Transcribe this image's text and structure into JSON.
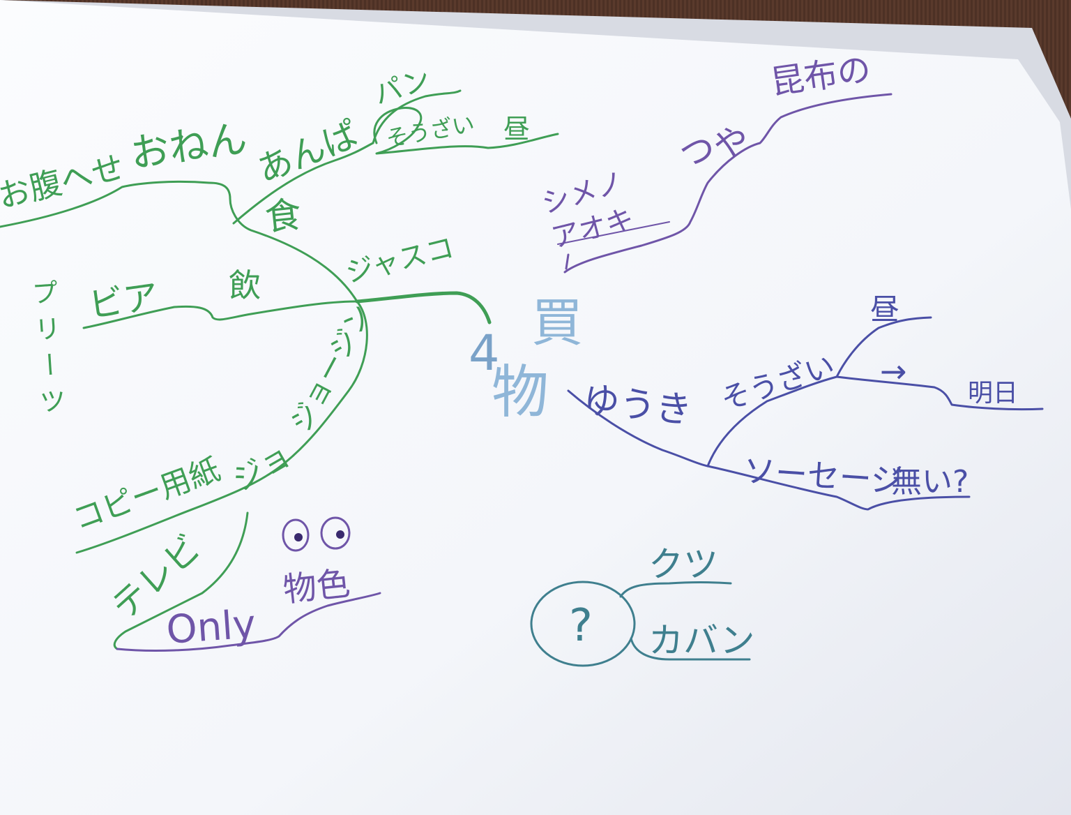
{
  "colors": {
    "table": "#5a3a2c",
    "paper": "#f7f8fb",
    "paper_shadow": "#dfe2ea",
    "green": "#3f9e55",
    "purple": "#6f55a8",
    "blue": "#4a4fa6",
    "lightblue": "#8fb6d8",
    "teal": "#3f7f8e"
  },
  "center": {
    "top_char": "買",
    "bottom_chars": "物",
    "prefix_4": "4"
  },
  "green_branches": {
    "shoku": "食",
    "onaka_seo": "お腹へせ",
    "oneen": "おねん",
    "anpan": "あんぱ",
    "pan": "パン",
    "souzai": "そうざい",
    "hiru": "昼",
    "pudding_vertical": "プリーツ",
    "beer": "ビア",
    "nomi": "飲",
    "jyasuko": "ジャスコ",
    "jyoujin": "ジョージン",
    "copy_paper": "コピー用紙",
    "jiyou": "ジョ",
    "terebi": "テレビ"
  },
  "purple_branches": {
    "shime": "シメノ",
    "aoki": "アオキ",
    "tsuya": "つや",
    "konbu": "昆布の",
    "only": "Only",
    "monoiro": "物色"
  },
  "blue_branches": {
    "yuuki": "ゆうき",
    "souzai2": "そうざい",
    "hiru2": "昼",
    "arrow": "→",
    "ashita": "明日",
    "sausage": "ソーセージ",
    "nai": "無い?"
  },
  "teal_branches": {
    "question": "?",
    "kutsu": "クツ",
    "kaban": "カバン"
  }
}
